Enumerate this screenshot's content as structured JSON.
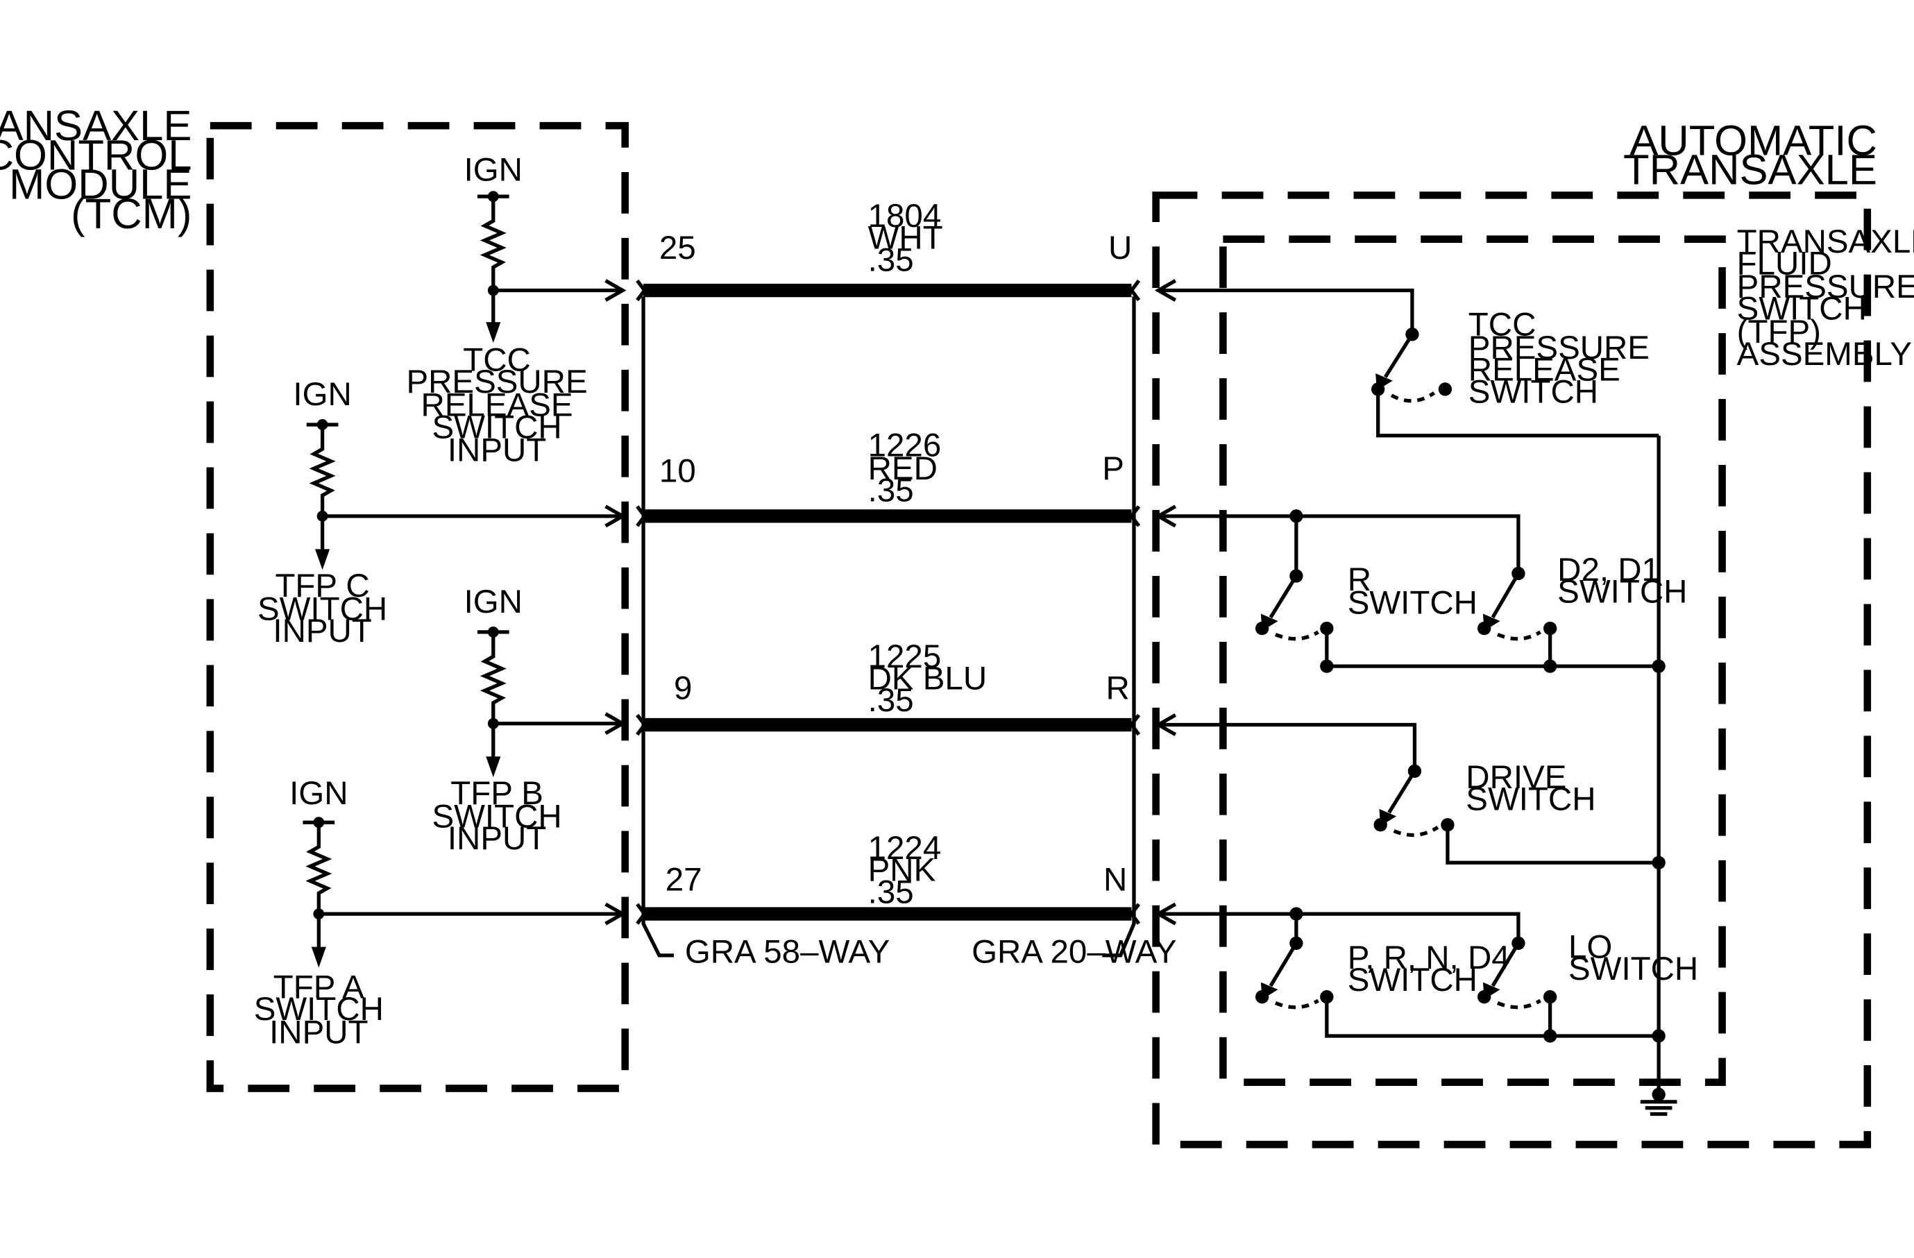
{
  "tcm": {
    "title_lines": [
      "TRANSAXLE",
      "CONTROL",
      "MODULE",
      "(TCM)"
    ]
  },
  "transaxle": {
    "title_lines": [
      "AUTOMATIC",
      "TRANSAXLE"
    ]
  },
  "tfp_assembly": {
    "title_lines": [
      "TRANSAXLE",
      "FLUID",
      "PRESSURE",
      "SWITCH",
      "(TFP)",
      "ASSEMBLY"
    ]
  },
  "ign_label": "IGN",
  "inputs": [
    {
      "lines": [
        "TCC",
        "PRESSURE",
        "RELEASE",
        "SWITCH",
        "INPUT"
      ]
    },
    {
      "lines": [
        "TFP C",
        "SWITCH",
        "INPUT"
      ]
    },
    {
      "lines": [
        "TFP B",
        "SWITCH",
        "INPUT"
      ]
    },
    {
      "lines": [
        "TFP A",
        "SWITCH",
        "INPUT"
      ]
    }
  ],
  "circuits": [
    {
      "tcm_pin": "25",
      "circuit": "1804",
      "color": "WHT",
      "gauge": ".35",
      "tfp_pin": "U"
    },
    {
      "tcm_pin": "10",
      "circuit": "1226",
      "color": "RED",
      "gauge": ".35",
      "tfp_pin": "P"
    },
    {
      "tcm_pin": "9",
      "circuit": "1225",
      "color": "DK BLU",
      "gauge": ".35",
      "tfp_pin": "R"
    },
    {
      "tcm_pin": "27",
      "circuit": "1224",
      "color": "PNK",
      "gauge": ".35",
      "tfp_pin": "N"
    }
  ],
  "connectors": {
    "tcm": "GRA 58–WAY",
    "tfp": "GRA 20–WAY"
  },
  "switches": {
    "tcc": [
      "TCC",
      "PRESSURE",
      "RELEASE",
      "SWITCH"
    ],
    "r": [
      "R",
      "SWITCH"
    ],
    "d2d1": [
      "D2, D1",
      "SWITCH"
    ],
    "drive": [
      "DRIVE",
      "SWITCH"
    ],
    "prnd4": [
      "P, R, N, D4",
      "SWITCH"
    ],
    "lo": [
      "LO",
      "SWITCH"
    ]
  }
}
